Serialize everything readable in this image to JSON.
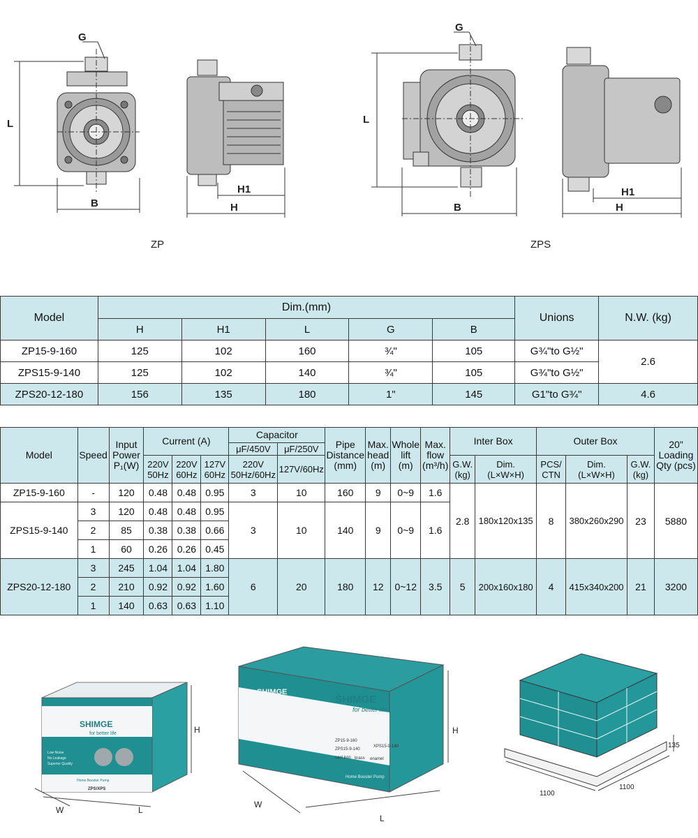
{
  "drawings": {
    "zp": {
      "caption": "ZP",
      "dim_labels": {
        "g": "G",
        "l": "L",
        "b": "B",
        "h1": "H1",
        "h": "H"
      }
    },
    "zps": {
      "caption": "ZPS",
      "dim_labels": {
        "g": "G",
        "l": "L",
        "b": "B",
        "h1": "H1",
        "h": "H"
      }
    }
  },
  "dims_table": {
    "headers": {
      "model": "Model",
      "dim_group": "Dim.(mm)",
      "h": "H",
      "h1": "H1",
      "l": "L",
      "g": "G",
      "b": "B",
      "unions": "Unions",
      "nw": "N.W. (kg)"
    },
    "rows": [
      {
        "model": "ZP15-9-160",
        "h": "125",
        "h1": "102",
        "l": "160",
        "g": "¾\"",
        "b": "105",
        "unions": "G¾\"to G½\""
      },
      {
        "model": "ZPS15-9-140",
        "h": "125",
        "h1": "102",
        "l": "140",
        "g": "¾\"",
        "b": "105",
        "unions": "G¾\"to G½\""
      },
      {
        "model": "ZPS20-12-180",
        "h": "156",
        "h1": "135",
        "l": "180",
        "g": "1\"",
        "b": "145",
        "unions": "G1\"to G¾\""
      }
    ],
    "nw_merged": [
      "2.6",
      "4.6"
    ]
  },
  "spec_table": {
    "headers": {
      "model": "Model",
      "speed": "Speed",
      "input_power_1": "Input",
      "input_power_2": "Power",
      "input_power_3": "P₁(W)",
      "current": "Current  (A)",
      "c220_50_1": "220V",
      "c220_50_2": "50Hz",
      "c220_60_1": "220V",
      "c220_60_2": "60Hz",
      "c127_60_1": "127V",
      "c127_60_2": "60Hz",
      "capacitor": "Capacitor",
      "cap450": "μF/450V",
      "cap250": "μF/250V",
      "cap450_sub_1": "220V",
      "cap450_sub_2": "50Hz/60Hz",
      "cap250_sub": "127V/60Hz",
      "pipe_1": "Pipe",
      "pipe_2": "Distance",
      "pipe_3": "(mm)",
      "maxhead_1": "Max.",
      "maxhead_2": "head",
      "maxhead_3": "(m)",
      "lift_1": "Whole",
      "lift_2": "lift",
      "lift_3": "(m)",
      "flow_1": "Max.",
      "flow_2": "flow",
      "flow_3": "(m³/h)",
      "inter_box": "Inter Box",
      "ib_gw_1": "G.W.",
      "ib_gw_2": "(kg)",
      "ib_dim_1": "Dim.",
      "ib_dim_2": "(L×W×H)",
      "outer_box": "Outer Box",
      "ob_pcs_1": "PCS/",
      "ob_pcs_2": "CTN",
      "ob_dim_1": "Dim.",
      "ob_dim_2": "(L×W×H)",
      "ob_gw_1": "G.W.",
      "ob_gw_2": "(kg)",
      "loading_1": "20\"",
      "loading_2": "Loading",
      "loading_3": "Qty (pcs)"
    },
    "zp15": {
      "model": "ZP15-9-160",
      "speed": "-",
      "power": "120",
      "c1": "0.48",
      "c2": "0.48",
      "c3": "0.95",
      "cap450": "3",
      "cap250": "10",
      "pipe": "160",
      "head": "9",
      "lift": "0~9",
      "flow": "1.6"
    },
    "zps15": {
      "model": "ZPS15-9-140",
      "rows": [
        {
          "speed": "3",
          "power": "120",
          "c1": "0.48",
          "c2": "0.48",
          "c3": "0.95"
        },
        {
          "speed": "2",
          "power": "85",
          "c1": "0.38",
          "c2": "0.38",
          "c3": "0.66"
        },
        {
          "speed": "1",
          "power": "60",
          "c1": "0.26",
          "c2": "0.26",
          "c3": "0.45"
        }
      ],
      "cap450": "3",
      "cap250": "10",
      "pipe": "140",
      "head": "9",
      "lift": "0~9",
      "flow": "1.6"
    },
    "small_pack": {
      "ib_gw": "2.8",
      "ib_dim": "180x120x135",
      "pcs": "8",
      "ob_dim": "380x260x290",
      "ob_gw": "23",
      "loading": "5880"
    },
    "zps20": {
      "model": "ZPS20-12-180",
      "rows": [
        {
          "speed": "3",
          "power": "245",
          "c1": "1.04",
          "c2": "1.04",
          "c3": "1.80"
        },
        {
          "speed": "2",
          "power": "210",
          "c1": "0.92",
          "c2": "0.92",
          "c3": "1.60"
        },
        {
          "speed": "1",
          "power": "140",
          "c1": "0.63",
          "c2": "0.63",
          "c3": "1.10"
        }
      ],
      "cap450": "6",
      "cap250": "20",
      "pipe": "180",
      "head": "12",
      "lift": "0~12",
      "flow": "3.5",
      "ib_gw": "5",
      "ib_dim": "200x160x180",
      "pcs": "4",
      "ob_dim": "415x340x200",
      "ob_gw": "21",
      "loading": "3200"
    }
  },
  "packaging": {
    "small_box": {
      "brand": "SHIMGE",
      "tagline": "for better life",
      "model_tag": "ZPS/XPS",
      "dim_h": "H",
      "dim_w": "W",
      "dim_l": "L",
      "checklist": [
        "Low Noise",
        "No Leakage",
        "Superior Quality"
      ],
      "footer": "Home Booster Pump"
    },
    "large_box": {
      "brand": "SHIMGE",
      "tagline": "for better life",
      "dim_h": "H",
      "dim_w": "W",
      "dim_l": "L",
      "options": [
        "ZP15-9-160",
        "ZPS15-9-140",
        "XPS15-9-140"
      ],
      "materials": [
        "cast iron",
        "brass",
        "enamel"
      ],
      "footer": "Home Booster Pump"
    },
    "pallet": {
      "width": "1100",
      "depth": "1100",
      "height": "135"
    }
  },
  "colors": {
    "teal_fill": "#cde8ec",
    "box_teal": "#1f8f92",
    "border": "#3a3a3a"
  }
}
